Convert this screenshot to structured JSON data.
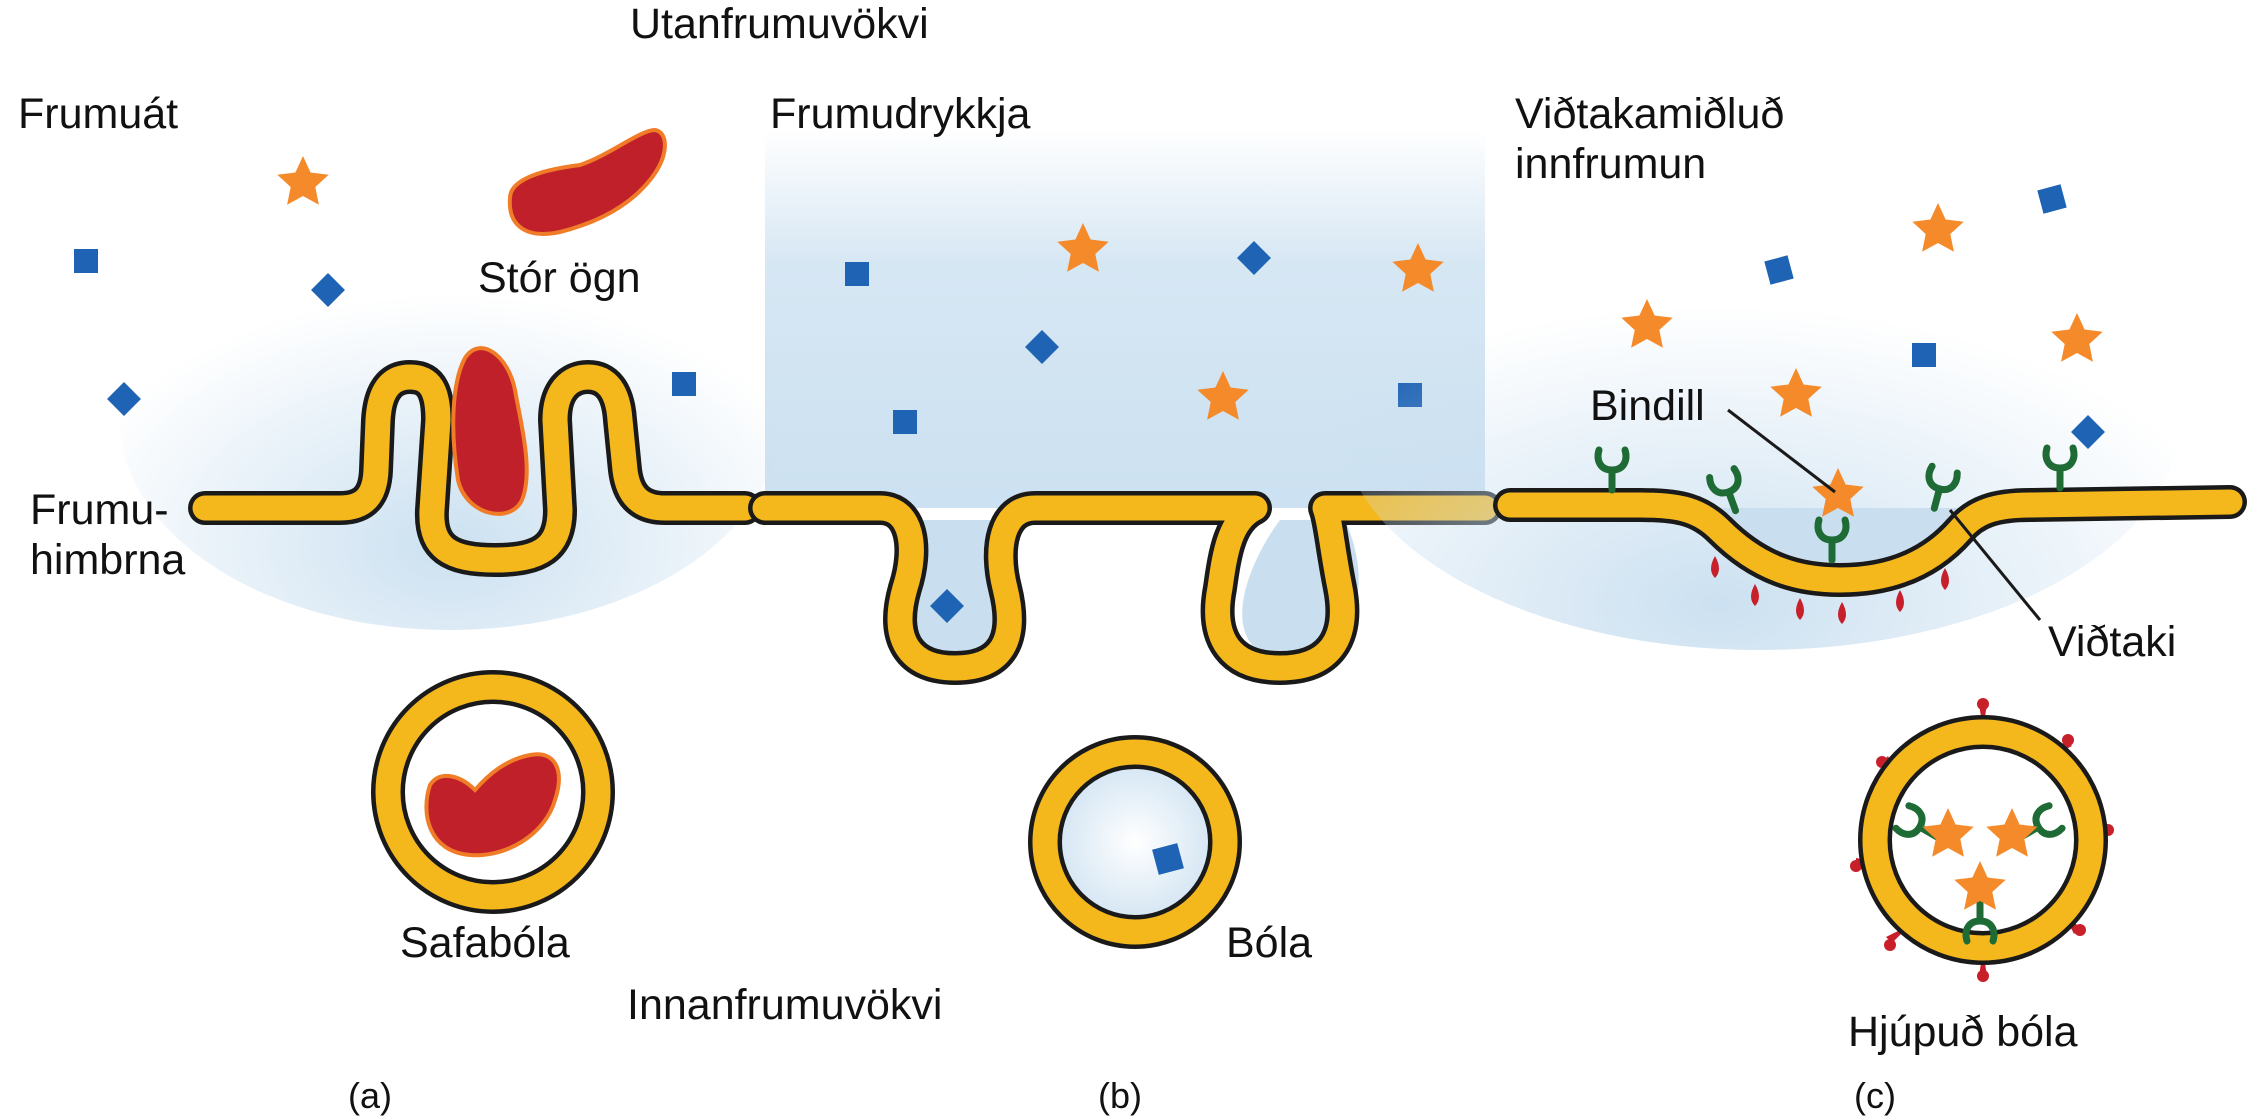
{
  "labels": {
    "extracellular": "Utanfrumuvökvi",
    "intracellular": "Innanfrumuvökvi",
    "membrane_line1": "Frumu-",
    "membrane_line2": "himbrna",
    "phagocytosis": "Frumuát",
    "large_particle": "Stór ögn",
    "vacuole": "Safabóla",
    "pinocytosis": "Frumudrykkja",
    "vesicle": "Bóla",
    "receptor_mediated_line1": "Viðtakamiðluð",
    "receptor_mediated_line2": "innfrumun",
    "ligand": "Bindill",
    "receptor": "Viðtaki",
    "coated_vesicle": "Hjúpuð bóla",
    "panel_a": "(a)",
    "panel_b": "(b)",
    "panel_c": "(c)"
  },
  "colors": {
    "membrane_fill": "#f5b81c",
    "membrane_outline": "#1a1a1a",
    "fluid": "#c9dff0",
    "particle": "#c0202a",
    "particle_outline": "#f07c28",
    "star": "#f58a2a",
    "square": "#1f63b4",
    "receptor": "#1f6b35",
    "coat_protein": "#c8202a"
  },
  "icons": {
    "ligand": "star-icon",
    "solute": "square-icon",
    "receptor": "receptor-icon",
    "coat": "coat-protein-icon"
  }
}
